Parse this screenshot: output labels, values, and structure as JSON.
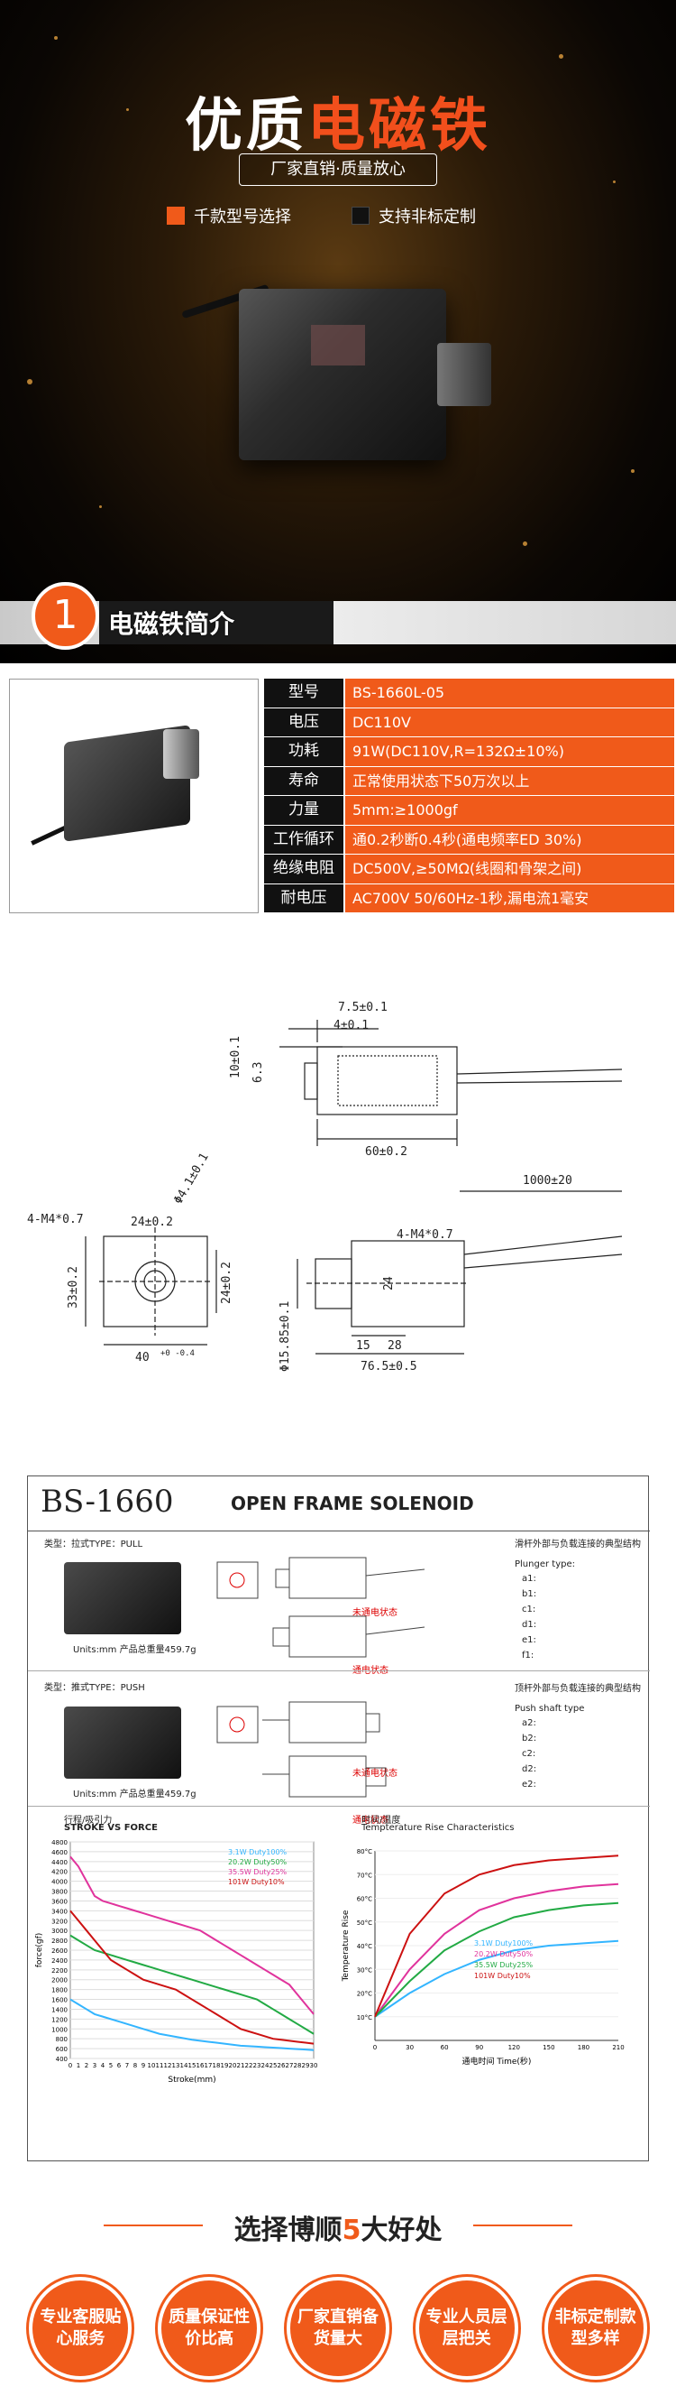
{
  "hero": {
    "title_part1": "优质",
    "title_part2": "电磁铁",
    "subtitle": "厂家直销·质量放心",
    "feature1": "千款型号选择",
    "feature2": "支持非标定制",
    "accent": "#f05a1a"
  },
  "section1": {
    "number": "1",
    "title": "电磁铁简介"
  },
  "spec": {
    "rows": [
      {
        "k": "型号",
        "v": "BS-1660L-05"
      },
      {
        "k": "电压",
        "v": "DC110V"
      },
      {
        "k": "功耗",
        "v": "91W(DC110V,R=132Ω±10%)"
      },
      {
        "k": "寿命",
        "v": "正常使用状态下50万次以上"
      },
      {
        "k": "力量",
        "v": "5mm:≥1000gf"
      },
      {
        "k": "工作循环",
        "v": "通0.2秒断0.4秒(通电频率ED 30%)"
      },
      {
        "k": "绝缘电阻",
        "v": "DC500V,≥50MΩ(线圈和骨架之间)"
      },
      {
        "k": "耐电压",
        "v": "AC700V 50/60Hz-1秒,漏电流1毫安"
      }
    ]
  },
  "drawing": {
    "d_75": "7.5±0.1",
    "d_4": "4±0.1",
    "d_10": "10±0.1",
    "d_6": "6.3",
    "d_60": "60±0.2",
    "d_m4a": "4-M4*0.7",
    "d_24": "24±0.2",
    "d_41": "Φ4.1±0.1",
    "d_33": "33±0.2",
    "d_24b": "24±0.2",
    "d_40": "40",
    "d_40tol": "+0 -0.4",
    "d_1000": "1000±20",
    "d_m4b": "4-M4*0.7",
    "d_24c": "24",
    "d_15": "15",
    "d_28": "28",
    "d_phi": "Φ15.85±0.1",
    "d_765": "76.5±0.5"
  },
  "datasheet": {
    "model": "BS-1660",
    "type": "OPEN FRAME SOLENOID",
    "pull_type": "类型：拉式TYPE：PULL",
    "push_type": "类型：推式TYPE：PUSH",
    "units1": "Units:mm  产品总重量459.7g",
    "units2": "Units:mm  产品总重量459.7g",
    "not_energized": "未通电状态",
    "energized": "通电状态",
    "plunger_cn": "滑杆外部与负载连接的典型结构",
    "plunger_en": "Plunger type:",
    "push_cn": "顶杆外部与负载连接的典型结构",
    "push_en": "Push shaft type",
    "plunger_items": [
      "a1:",
      "b1:",
      "c1:",
      "d1:",
      "e1:",
      "f1:"
    ],
    "push_items": [
      "a2:",
      "b2:",
      "c2:",
      "d2:",
      "e2:"
    ],
    "force_cn": "行程/吸引力",
    "force_en": "STROKE VS FORCE",
    "force_ylabel": "force(gf)",
    "force_xlabel": "Stroke(mm)",
    "temp_cn": "时间/温度",
    "temp_en": "Tempterature Rise Characteristics",
    "temp_ylabel": "Temperature Rise",
    "temp_xlabel": "通电时间  Time(秒)"
  },
  "chart_data": [
    {
      "type": "line",
      "title": "STROKE VS FORCE",
      "xlabel": "Stroke(mm)",
      "ylabel": "force(gf)",
      "x": [
        0,
        1,
        2,
        3,
        4,
        5,
        6,
        7,
        8,
        9,
        10,
        11,
        12,
        13,
        14,
        15,
        16,
        17,
        18,
        19,
        20,
        21,
        22,
        23,
        24,
        25,
        26,
        27,
        28,
        29,
        30
      ],
      "yticks": [
        400,
        600,
        800,
        1000,
        1200,
        1400,
        1600,
        1800,
        2000,
        2200,
        2400,
        2600,
        2800,
        3000,
        3200,
        3400,
        3600,
        3800,
        4000,
        4200,
        4400,
        4600,
        4800
      ],
      "series": [
        {
          "name": "3.1W Duty100%",
          "color": "#33b5ff",
          "values": [
            1600,
            1500,
            1400,
            1300,
            1250,
            1200,
            1150,
            1100,
            1050,
            1000,
            950,
            900,
            870,
            840,
            810,
            780,
            760,
            740,
            720,
            700,
            680,
            660,
            650,
            640,
            630,
            620,
            610,
            600,
            590,
            580,
            570
          ]
        },
        {
          "name": "20.2W Duty50%",
          "color": "#22aa44",
          "values": [
            2900,
            2800,
            2700,
            2600,
            2550,
            2500,
            2450,
            2400,
            2350,
            2300,
            2250,
            2200,
            2150,
            2100,
            2050,
            2000,
            1950,
            1900,
            1850,
            1800,
            1750,
            1700,
            1650,
            1600,
            1500,
            1400,
            1300,
            1200,
            1100,
            1000,
            900
          ]
        },
        {
          "name": "35.5W Duty25%",
          "color": "#e0339c",
          "values": [
            4500,
            4300,
            4000,
            3700,
            3600,
            3550,
            3500,
            3450,
            3400,
            3350,
            3300,
            3250,
            3200,
            3150,
            3100,
            3050,
            3000,
            2900,
            2800,
            2700,
            2600,
            2500,
            2400,
            2300,
            2200,
            2100,
            2000,
            1900,
            1700,
            1500,
            1300
          ]
        },
        {
          "name": "101W Duty10%",
          "color": "#cc1111",
          "values": [
            3400,
            3200,
            3000,
            2800,
            2600,
            2400,
            2300,
            2200,
            2100,
            2000,
            1950,
            1900,
            1850,
            1800,
            1700,
            1600,
            1500,
            1400,
            1300,
            1200,
            1100,
            1000,
            950,
            900,
            850,
            800,
            780,
            760,
            740,
            720,
            700
          ]
        }
      ]
    },
    {
      "type": "line",
      "title": "Tempterature Rise Characteristics",
      "xlabel": "通电时间  Time(秒)",
      "ylabel": "Temperature Rise",
      "xticks": [
        0,
        30,
        60,
        90,
        120,
        150,
        180,
        210
      ],
      "yticks": [
        "10°C",
        "20°C",
        "30°C",
        "40°C",
        "50°C",
        "60°C",
        "70°C",
        "80°C"
      ],
      "series": [
        {
          "name": "3.1W Duty100%",
          "color": "#33b5ff",
          "x": [
            0,
            30,
            60,
            90,
            120,
            150,
            180,
            210
          ],
          "values": [
            10,
            20,
            28,
            34,
            38,
            40,
            41,
            42
          ]
        },
        {
          "name": "20.2W Duty50%",
          "color": "#e0339c",
          "x": [
            0,
            30,
            60,
            90,
            120,
            150,
            180,
            210
          ],
          "values": [
            10,
            30,
            45,
            55,
            60,
            63,
            65,
            66
          ]
        },
        {
          "name": "35.5W Duty25%",
          "color": "#22aa44",
          "x": [
            0,
            30,
            60,
            90,
            120,
            150,
            180,
            210
          ],
          "values": [
            10,
            25,
            38,
            46,
            52,
            55,
            57,
            58
          ]
        },
        {
          "name": "101W Duty10%",
          "color": "#cc1111",
          "x": [
            0,
            30,
            60,
            90,
            120,
            150,
            180,
            210
          ],
          "values": [
            10,
            45,
            62,
            70,
            74,
            76,
            77,
            78
          ]
        }
      ]
    }
  ],
  "why": {
    "prefix": "选择博顺",
    "num": "5",
    "suffix": "大好处",
    "items": [
      "专业客服贴心服务",
      "质量保证性价比高",
      "厂家直销备货量大",
      "专业人员层层把关",
      "非标定制款型多样"
    ]
  }
}
